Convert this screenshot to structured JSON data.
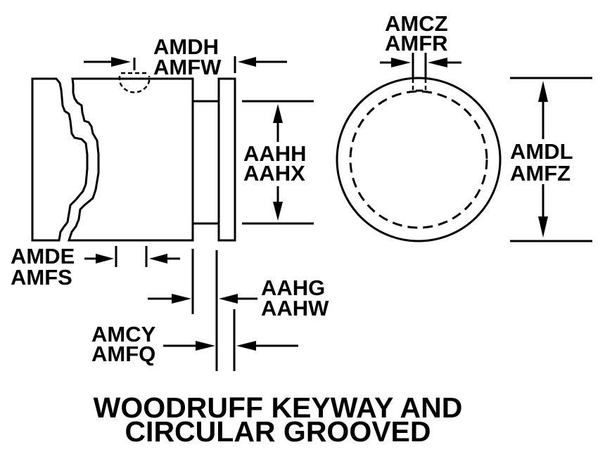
{
  "figure": {
    "title_line1": "WOODRUFF KEYWAY AND",
    "title_line2": "CIRCULAR GROOVED",
    "stroke_color": "#000000",
    "background_color": "#ffffff"
  },
  "dimensions": {
    "keyway_width": {
      "line1": "AMDH",
      "line2": "AMFW"
    },
    "key_position": {
      "line1": "AMDE",
      "line2": "AMFS"
    },
    "hub_diameter": {
      "line1": "AAHH",
      "line2": "AAHX"
    },
    "groove_width": {
      "line1": "AAHG",
      "line2": "AAHW"
    },
    "flange_thickness": {
      "line1": "AMCY",
      "line2": "AMFQ"
    },
    "slot_width": {
      "line1": "AMCZ",
      "line2": "AMFR"
    },
    "outside_diameter": {
      "line1": "AMDL",
      "line2": "AMFZ"
    }
  }
}
